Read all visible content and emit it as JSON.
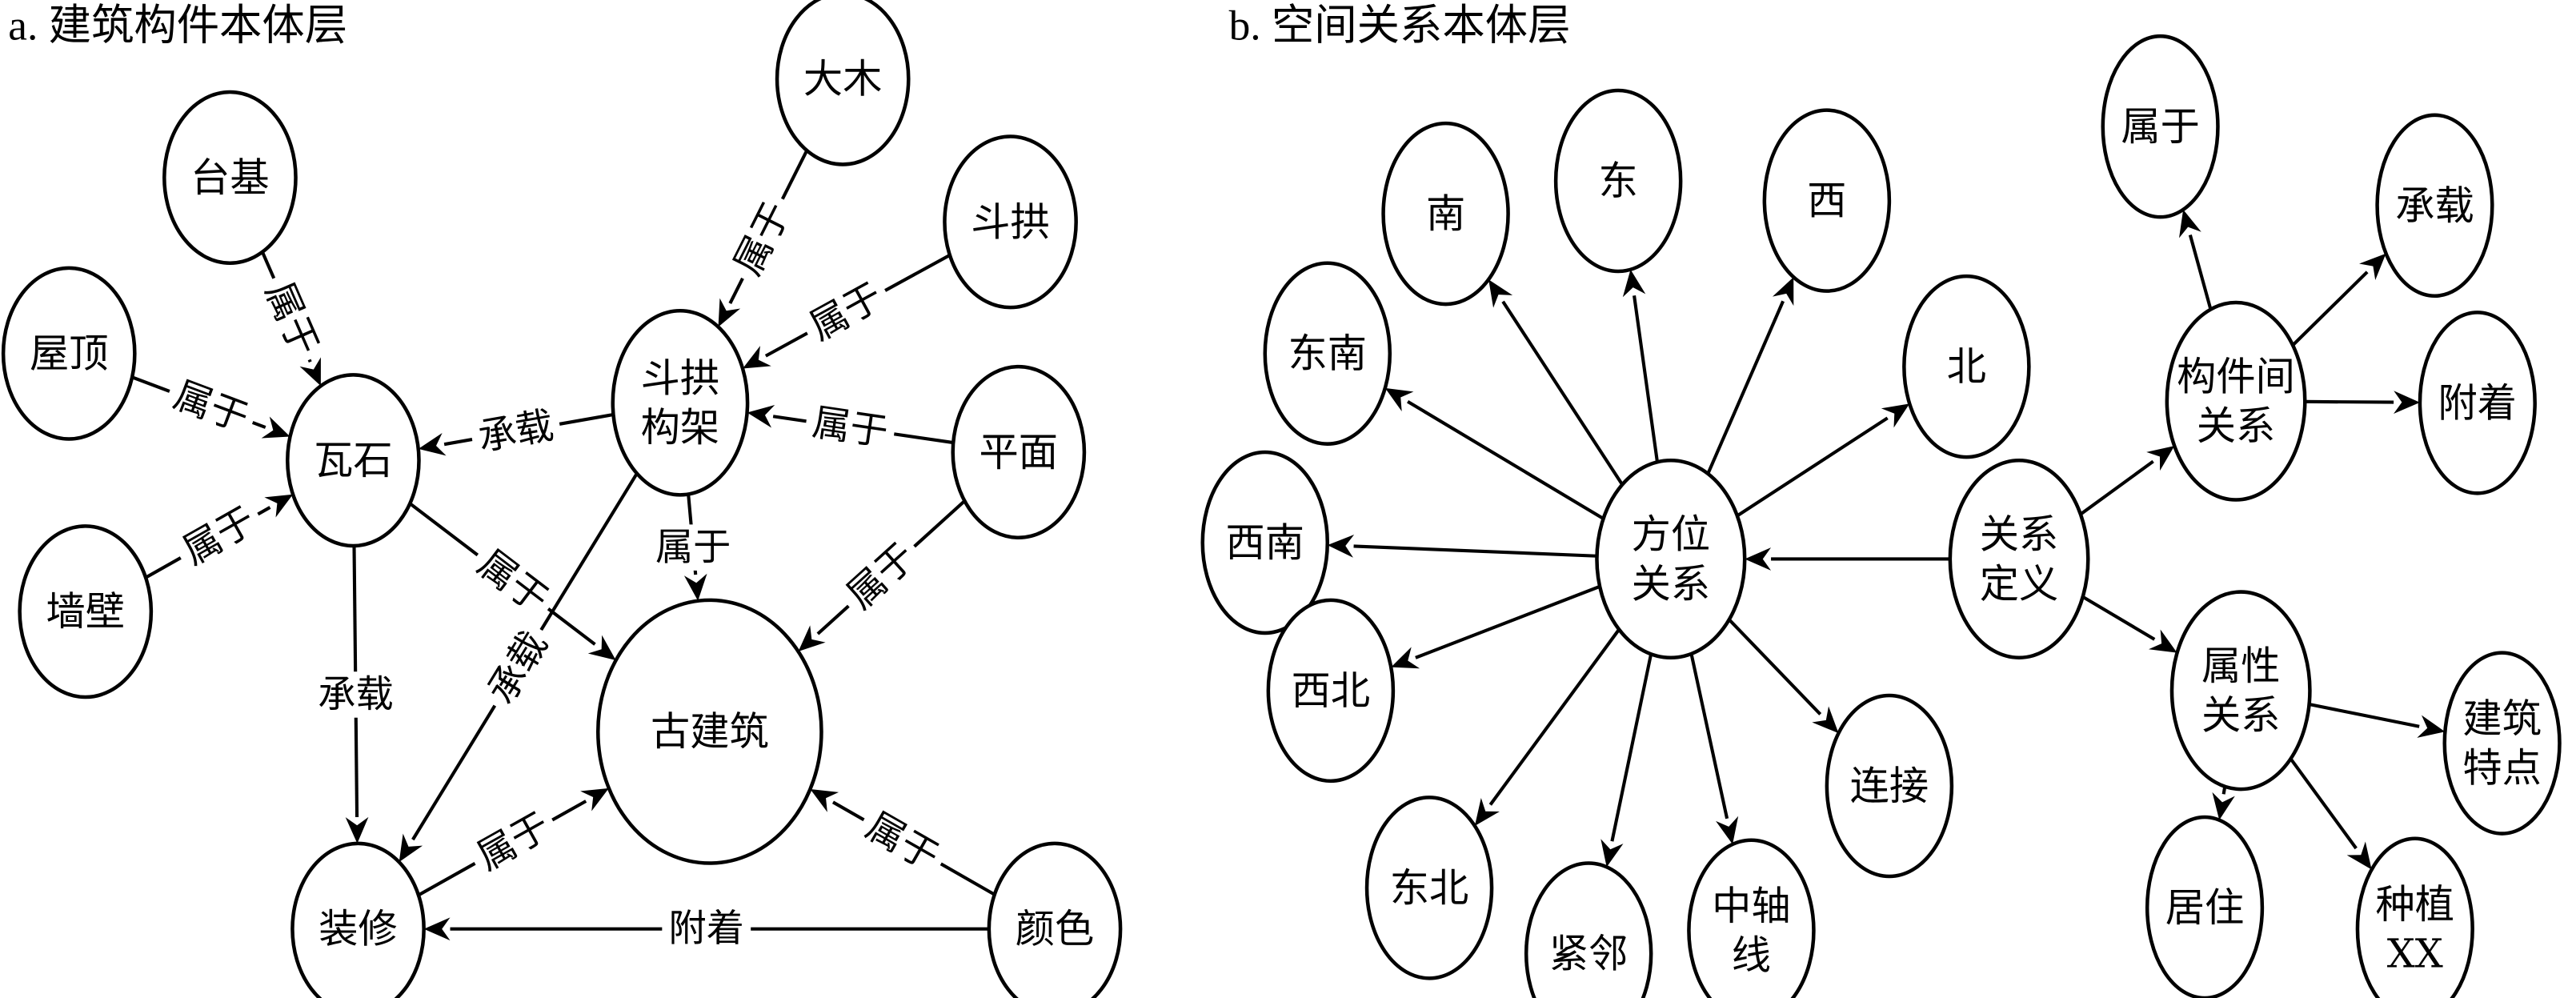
{
  "panels": [
    {
      "id": "a",
      "title": "a. 建筑构件本体层",
      "nodes": [
        {
          "id": "taiji",
          "label": [
            "台基"
          ]
        },
        {
          "id": "damu",
          "label": [
            "大木"
          ]
        },
        {
          "id": "dougong",
          "label": [
            "斗拱"
          ]
        },
        {
          "id": "wuding",
          "label": [
            "屋顶"
          ]
        },
        {
          "id": "dougong_gouja",
          "label": [
            "斗拱",
            "构架"
          ]
        },
        {
          "id": "washi",
          "label": [
            "瓦石"
          ]
        },
        {
          "id": "pingmian",
          "label": [
            "平面"
          ]
        },
        {
          "id": "qiangbi",
          "label": [
            "墙壁"
          ]
        },
        {
          "id": "gujianzhu",
          "label": [
            "古建筑"
          ]
        },
        {
          "id": "zhuangxiu",
          "label": [
            "装修"
          ]
        },
        {
          "id": "yanse",
          "label": [
            "颜色"
          ]
        }
      ],
      "edges": [
        {
          "from": "taiji",
          "to": "washi",
          "label": "属于"
        },
        {
          "from": "wuding",
          "to": "washi",
          "label": "属于"
        },
        {
          "from": "qiangbi",
          "to": "washi",
          "label": "属于"
        },
        {
          "from": "damu",
          "to": "dougong_gouja",
          "label": "属于"
        },
        {
          "from": "dougong",
          "to": "dougong_gouja",
          "label": "属于"
        },
        {
          "from": "pingmian",
          "to": "dougong_gouja",
          "label": "属于"
        },
        {
          "from": "dougong_gouja",
          "to": "washi",
          "label": "承载"
        },
        {
          "from": "dougong_gouja",
          "to": "gujianzhu",
          "label": "属于"
        },
        {
          "from": "dougong_gouja",
          "to": "zhuangxiu",
          "label": "承载"
        },
        {
          "from": "washi",
          "to": "gujianzhu",
          "label": "属于"
        },
        {
          "from": "washi",
          "to": "zhuangxiu",
          "label": "承载"
        },
        {
          "from": "pingmian",
          "to": "gujianzhu",
          "label": "属于"
        },
        {
          "from": "zhuangxiu",
          "to": "gujianzhu",
          "label": "属于"
        },
        {
          "from": "yanse",
          "to": "gujianzhu",
          "label": "属于"
        },
        {
          "from": "yanse",
          "to": "zhuangxiu",
          "label": "附着"
        }
      ]
    },
    {
      "id": "b",
      "title": "b. 空间关系本体层",
      "nodes": [
        {
          "id": "nan",
          "label": [
            "南"
          ]
        },
        {
          "id": "dong",
          "label": [
            "东"
          ]
        },
        {
          "id": "xi",
          "label": [
            "西"
          ]
        },
        {
          "id": "dongnan",
          "label": [
            "东南"
          ]
        },
        {
          "id": "bei",
          "label": [
            "北"
          ]
        },
        {
          "id": "xinan",
          "label": [
            "西南"
          ]
        },
        {
          "id": "fangwei",
          "label": [
            "方位",
            "关系"
          ]
        },
        {
          "id": "xibei",
          "label": [
            "西北"
          ]
        },
        {
          "id": "dongbei",
          "label": [
            "东北"
          ]
        },
        {
          "id": "jinlin",
          "label": [
            "紧邻"
          ]
        },
        {
          "id": "zhongzhou",
          "label": [
            "中轴",
            "线"
          ]
        },
        {
          "id": "lianjie",
          "label": [
            "连接"
          ]
        },
        {
          "id": "shuyu",
          "label": [
            "属于"
          ]
        },
        {
          "id": "chengzai",
          "label": [
            "承载"
          ]
        },
        {
          "id": "goujianjian",
          "label": [
            "构件间",
            "关系"
          ]
        },
        {
          "id": "fuzhuo",
          "label": [
            "附着"
          ]
        },
        {
          "id": "guanxi_dingyi",
          "label": [
            "关系",
            "定义"
          ]
        },
        {
          "id": "shuxing",
          "label": [
            "属性",
            "关系"
          ]
        },
        {
          "id": "jianzhu_tedian",
          "label": [
            "建筑",
            "特点"
          ]
        },
        {
          "id": "juzhu",
          "label": [
            "居住"
          ]
        },
        {
          "id": "zhongzhi",
          "label": [
            "种植",
            "XX"
          ]
        }
      ],
      "edges": [
        {
          "from": "fangwei",
          "to": "nan",
          "label": ""
        },
        {
          "from": "fangwei",
          "to": "dong",
          "label": ""
        },
        {
          "from": "fangwei",
          "to": "xi",
          "label": ""
        },
        {
          "from": "fangwei",
          "to": "dongnan",
          "label": ""
        },
        {
          "from": "fangwei",
          "to": "bei",
          "label": ""
        },
        {
          "from": "fangwei",
          "to": "xinan",
          "label": ""
        },
        {
          "from": "fangwei",
          "to": "xibei",
          "label": ""
        },
        {
          "from": "fangwei",
          "to": "dongbei",
          "label": ""
        },
        {
          "from": "fangwei",
          "to": "jinlin",
          "label": ""
        },
        {
          "from": "fangwei",
          "to": "zhongzhou",
          "label": ""
        },
        {
          "from": "fangwei",
          "to": "lianjie",
          "label": ""
        },
        {
          "from": "guanxi_dingyi",
          "to": "fangwei",
          "label": ""
        },
        {
          "from": "guanxi_dingyi",
          "to": "goujianjian",
          "label": ""
        },
        {
          "from": "guanxi_dingyi",
          "to": "shuxing",
          "label": ""
        },
        {
          "from": "goujianjian",
          "to": "shuyu",
          "label": ""
        },
        {
          "from": "goujianjian",
          "to": "chengzai",
          "label": ""
        },
        {
          "from": "goujianjian",
          "to": "fuzhuo",
          "label": ""
        },
        {
          "from": "shuxing",
          "to": "jianzhu_tedian",
          "label": ""
        },
        {
          "from": "shuxing",
          "to": "juzhu",
          "label": ""
        },
        {
          "from": "shuxing",
          "to": "zhongzhi",
          "label": ""
        }
      ]
    }
  ]
}
